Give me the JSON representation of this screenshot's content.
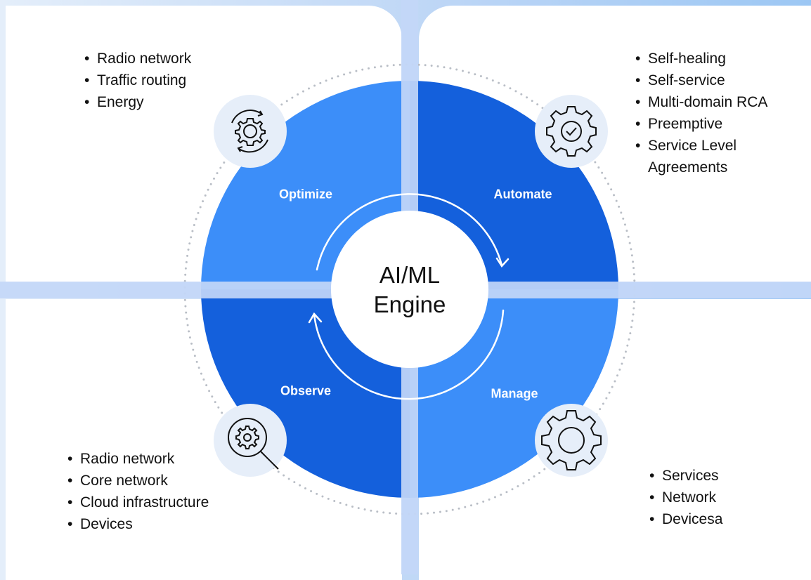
{
  "engine": {
    "line1": "AI/ML",
    "line2": "Engine"
  },
  "quadrants": {
    "optimize": {
      "label": "Optimize",
      "icon": "cycle-gear-icon",
      "color": "#3c8ef9",
      "items": [
        "Radio network",
        "Traffic routing",
        "Energy"
      ]
    },
    "automate": {
      "label": "Automate",
      "icon": "gear-check-icon",
      "color": "#1460dc",
      "items": [
        "Self-healing",
        "Self-service",
        "Multi-domain RCA",
        "Preemptive",
        "Service Level",
        "Agreements"
      ]
    },
    "observe": {
      "label": "Observe",
      "icon": "gear-magnifier-icon",
      "color": "#1460dc",
      "items": [
        "Radio network",
        "Core network",
        "Cloud infrastructure",
        "Devices"
      ]
    },
    "manage": {
      "label": "Manage",
      "icon": "gear-icon",
      "color": "#3c8ef9",
      "items": [
        "Services",
        "Network",
        "Devicesa"
      ]
    }
  },
  "bullet_char": "•",
  "colors": {
    "icon_badge": "#e6eef9",
    "icon_stroke": "#111111",
    "dotted_ring": "#b9bec6",
    "center": "#ffffff"
  }
}
